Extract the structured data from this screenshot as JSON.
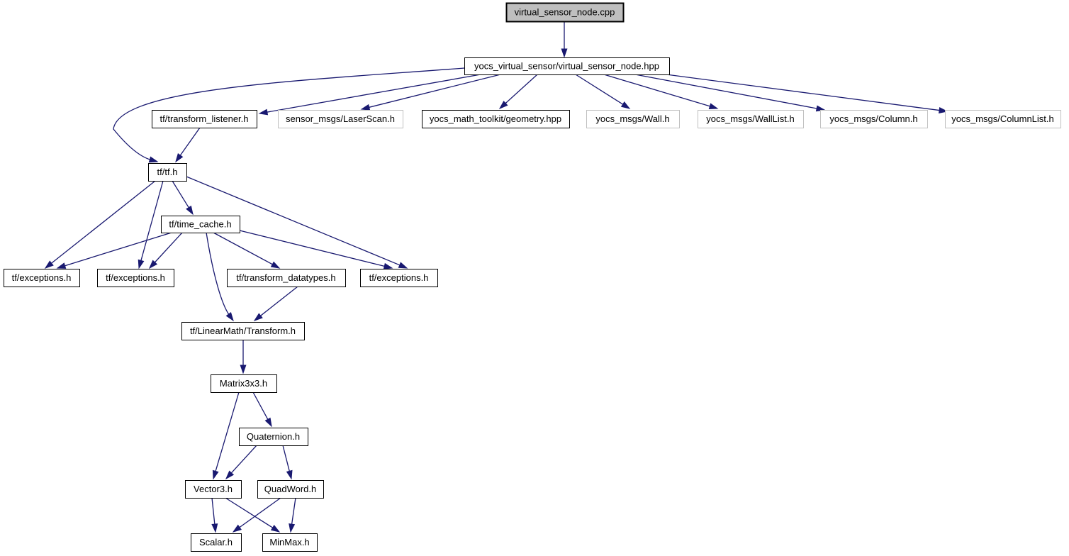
{
  "diagram": {
    "kind": "include-dependency-graph",
    "colors": {
      "edge": "#191970",
      "node_fill": "#ffffff",
      "main_node_fill": "#bfbfbf",
      "node_border": "#000000",
      "external_node_border": "#c0c0c0",
      "text": "#000000",
      "background": "#ffffff"
    },
    "nodes": [
      {
        "id": "cpp",
        "label": "virtual_sensor_node.cpp",
        "kind": "main"
      },
      {
        "id": "hpp",
        "label": "yocs_virtual_sensor/virtual_sensor_node.hpp",
        "kind": "internal"
      },
      {
        "id": "listener",
        "label": "tf/transform_listener.h",
        "kind": "internal"
      },
      {
        "id": "laserscan",
        "label": "sensor_msgs/LaserScan.h",
        "kind": "external"
      },
      {
        "id": "geometry",
        "label": "yocs_math_toolkit/geometry.hpp",
        "kind": "internal"
      },
      {
        "id": "wall",
        "label": "yocs_msgs/Wall.h",
        "kind": "external"
      },
      {
        "id": "walllist",
        "label": "yocs_msgs/WallList.h",
        "kind": "external"
      },
      {
        "id": "column",
        "label": "yocs_msgs/Column.h",
        "kind": "external"
      },
      {
        "id": "columnlist",
        "label": "yocs_msgs/ColumnList.h",
        "kind": "external"
      },
      {
        "id": "tf",
        "label": "tf/tf.h",
        "kind": "internal"
      },
      {
        "id": "timecache",
        "label": "tf/time_cache.h",
        "kind": "internal"
      },
      {
        "id": "exc1",
        "label": "tf/exceptions.h",
        "kind": "internal"
      },
      {
        "id": "exc2",
        "label": "tf/exceptions.h",
        "kind": "internal"
      },
      {
        "id": "datatypes",
        "label": "tf/transform_datatypes.h",
        "kind": "internal"
      },
      {
        "id": "exc3",
        "label": "tf/exceptions.h",
        "kind": "internal"
      },
      {
        "id": "transform",
        "label": "tf/LinearMath/Transform.h",
        "kind": "internal"
      },
      {
        "id": "matrix",
        "label": "Matrix3x3.h",
        "kind": "internal"
      },
      {
        "id": "quat",
        "label": "Quaternion.h",
        "kind": "internal"
      },
      {
        "id": "vector3",
        "label": "Vector3.h",
        "kind": "internal"
      },
      {
        "id": "quadword",
        "label": "QuadWord.h",
        "kind": "internal"
      },
      {
        "id": "scalar",
        "label": "Scalar.h",
        "kind": "internal"
      },
      {
        "id": "minmax",
        "label": "MinMax.h",
        "kind": "internal"
      }
    ],
    "edges": [
      {
        "from": "cpp",
        "to": "hpp"
      },
      {
        "from": "hpp",
        "to": "listener"
      },
      {
        "from": "hpp",
        "to": "laserscan"
      },
      {
        "from": "hpp",
        "to": "geometry"
      },
      {
        "from": "hpp",
        "to": "wall"
      },
      {
        "from": "hpp",
        "to": "walllist"
      },
      {
        "from": "hpp",
        "to": "column"
      },
      {
        "from": "hpp",
        "to": "columnlist"
      },
      {
        "from": "hpp",
        "to": "tf"
      },
      {
        "from": "listener",
        "to": "tf"
      },
      {
        "from": "tf",
        "to": "exc1"
      },
      {
        "from": "tf",
        "to": "exc2"
      },
      {
        "from": "tf",
        "to": "timecache"
      },
      {
        "from": "tf",
        "to": "exc3"
      },
      {
        "from": "timecache",
        "to": "exc1"
      },
      {
        "from": "timecache",
        "to": "exc2"
      },
      {
        "from": "timecache",
        "to": "datatypes"
      },
      {
        "from": "timecache",
        "to": "exc3"
      },
      {
        "from": "timecache",
        "to": "transform"
      },
      {
        "from": "datatypes",
        "to": "transform"
      },
      {
        "from": "transform",
        "to": "matrix"
      },
      {
        "from": "matrix",
        "to": "quat"
      },
      {
        "from": "matrix",
        "to": "vector3"
      },
      {
        "from": "quat",
        "to": "vector3"
      },
      {
        "from": "quat",
        "to": "quadword"
      },
      {
        "from": "vector3",
        "to": "scalar"
      },
      {
        "from": "vector3",
        "to": "minmax"
      },
      {
        "from": "quadword",
        "to": "scalar"
      },
      {
        "from": "quadword",
        "to": "minmax"
      }
    ]
  }
}
